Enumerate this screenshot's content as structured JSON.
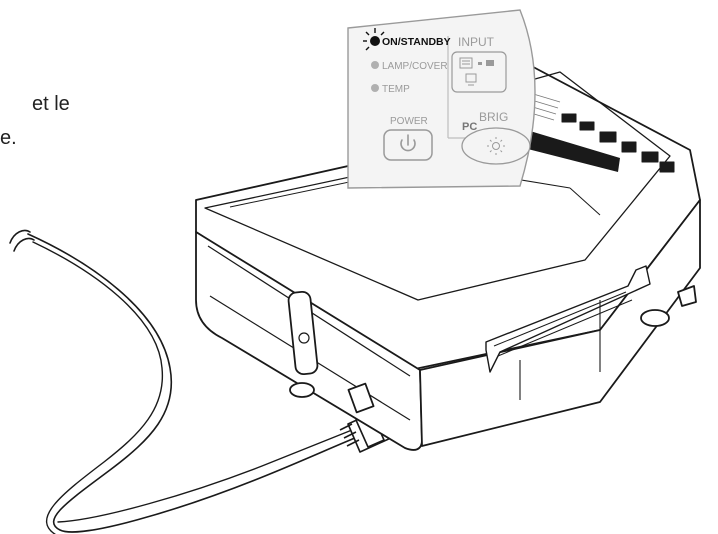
{
  "text_fragments": {
    "line1": "et le",
    "line2": "e."
  },
  "control_panel": {
    "indicator_on_standby": "ON/STANDBY",
    "indicator_lamp_cover": "LAMP/COVER",
    "indicator_temp": "TEMP",
    "power_button_label": "POWER",
    "input_group_label": "INPUT",
    "pc_label": "PC",
    "brightness_label_partial": "BRIG"
  },
  "colors": {
    "line": "#1a1a1a",
    "panel_bg": "#f4f4f4",
    "panel_border": "#9a9a9a",
    "panel_text_active": "#111111",
    "panel_text_inactive": "#9a9a9a"
  }
}
